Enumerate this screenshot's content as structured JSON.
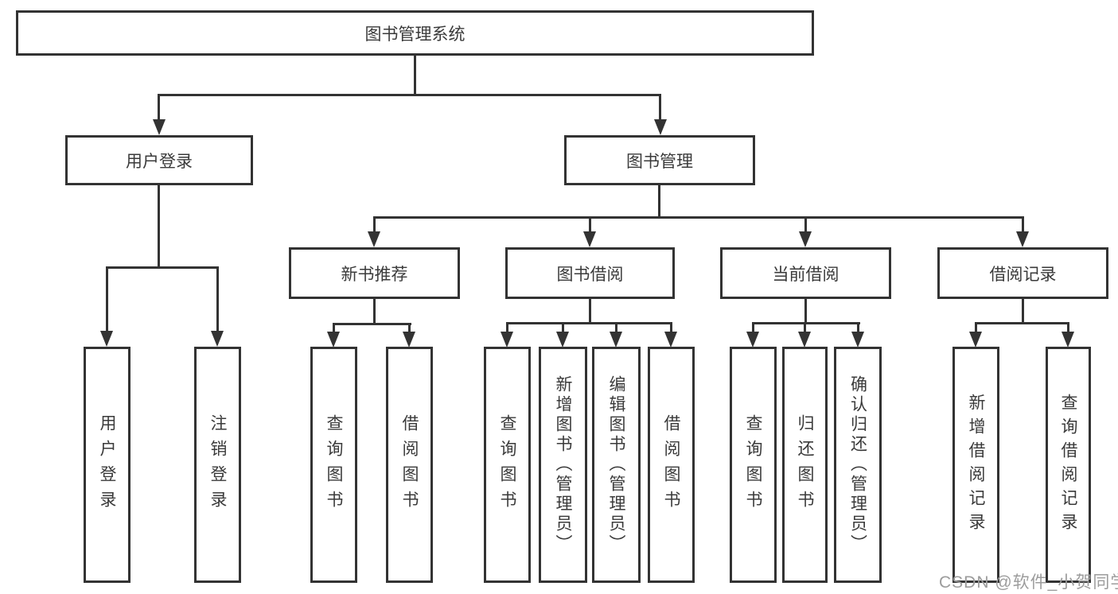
{
  "diagram_type": "hierarchy-tree",
  "watermark": "CSDN @软件_小贺同学",
  "colors": {
    "line": "#333333",
    "text": "#3a3a3a",
    "box_background": "#ffffff",
    "watermark": "#9c9c9c"
  },
  "tree": {
    "label": "图书管理系统",
    "children": [
      {
        "label": "用户登录",
        "children": [
          {
            "label": "用户登录"
          },
          {
            "label": "注销登录"
          }
        ]
      },
      {
        "label": "图书管理",
        "children": [
          {
            "label": "新书推荐",
            "children": [
              {
                "label": "查询图书"
              },
              {
                "label": "借阅图书"
              }
            ]
          },
          {
            "label": "图书借阅",
            "children": [
              {
                "label": "查询图书"
              },
              {
                "label": "新增图书（管理员）"
              },
              {
                "label": "编辑图书（管理员）"
              },
              {
                "label": "借阅图书"
              }
            ]
          },
          {
            "label": "当前借阅",
            "children": [
              {
                "label": "查询图书"
              },
              {
                "label": "归还图书"
              },
              {
                "label": "确认归还（管理员）"
              }
            ]
          },
          {
            "label": "借阅记录",
            "children": [
              {
                "label": "新增借阅记录"
              },
              {
                "label": "查询借阅记录"
              }
            ]
          }
        ]
      }
    ]
  }
}
